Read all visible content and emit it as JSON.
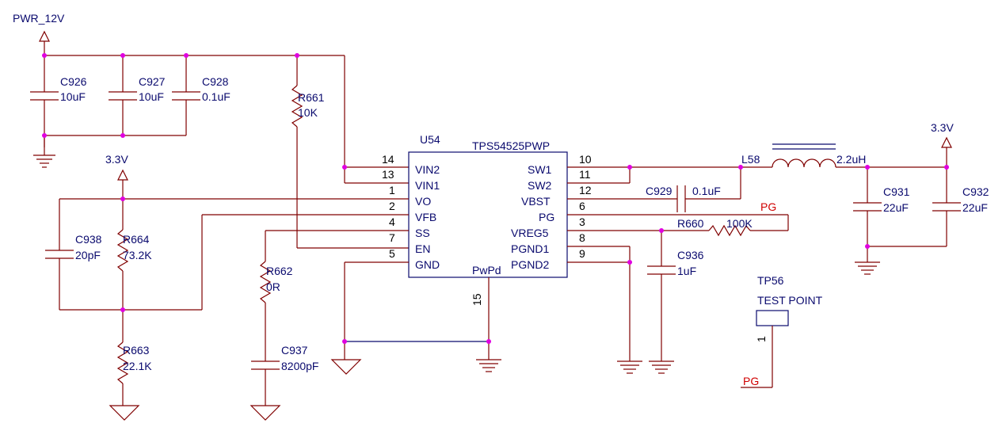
{
  "nets": {
    "pwr12": "PWR_12V",
    "v33_left": "3.3V",
    "v33_right": "3.3V",
    "pg_wire": "PG",
    "pg_tp": "PG"
  },
  "ic": {
    "ref": "U54",
    "part": "TPS54525PWP",
    "pwpd_label": "PwPd",
    "pwpd_num": "15",
    "left_pins": [
      {
        "num": "14",
        "name": "VIN2"
      },
      {
        "num": "13",
        "name": "VIN1"
      },
      {
        "num": "1",
        "name": "VO"
      },
      {
        "num": "2",
        "name": "VFB"
      },
      {
        "num": "4",
        "name": "SS"
      },
      {
        "num": "7",
        "name": "EN"
      },
      {
        "num": "5",
        "name": "GND"
      }
    ],
    "right_pins": [
      {
        "num": "10",
        "name": "SW1"
      },
      {
        "num": "11",
        "name": "SW2"
      },
      {
        "num": "12",
        "name": "VBST"
      },
      {
        "num": "6",
        "name": "PG"
      },
      {
        "num": "3",
        "name": "VREG5"
      },
      {
        "num": "8",
        "name": "PGND1"
      },
      {
        "num": "9",
        "name": "PGND2"
      }
    ]
  },
  "components": {
    "c926": {
      "ref": "C926",
      "value": "10uF"
    },
    "c927": {
      "ref": "C927",
      "value": "10uF"
    },
    "c928": {
      "ref": "C928",
      "value": "0.1uF"
    },
    "r661": {
      "ref": "R661",
      "value": "10K"
    },
    "c938": {
      "ref": "C938",
      "value": "20pF"
    },
    "r664": {
      "ref": "R664",
      "value": "73.2K"
    },
    "r663": {
      "ref": "R663",
      "value": "22.1K"
    },
    "r662": {
      "ref": "R662",
      "value": "0R"
    },
    "c937": {
      "ref": "C937",
      "value": "8200pF"
    },
    "c929": {
      "ref": "C929",
      "value": "0.1uF"
    },
    "r660": {
      "ref": "R660",
      "value": "100K"
    },
    "c936": {
      "ref": "C936",
      "value": "1uF"
    },
    "l58": {
      "ref": "L58",
      "value": "2.2uH"
    },
    "c931": {
      "ref": "C931",
      "value": "22uF"
    },
    "c932": {
      "ref": "C932",
      "value": "22uF"
    },
    "tp56": {
      "ref": "TP56",
      "value": "TEST POINT",
      "pin": "1"
    }
  },
  "colors": {
    "wire": "#800000",
    "body": "#0a0a6e",
    "junction": "#e000e0",
    "net_label": "#d00000",
    "pin_number": "#000000"
  }
}
